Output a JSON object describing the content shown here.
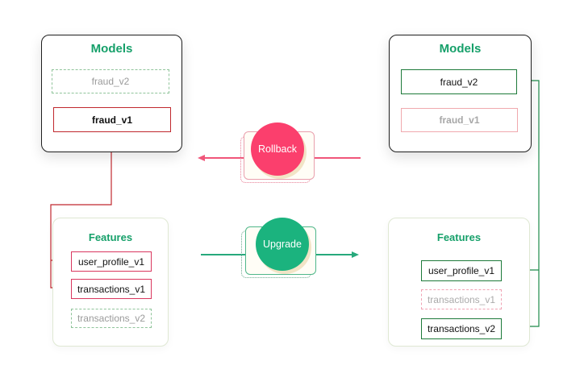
{
  "left_panel": {
    "models": {
      "title": "Models",
      "items": [
        {
          "label": "fraud_v2",
          "state": "inactive"
        },
        {
          "label": "fraud_v1",
          "state": "active"
        }
      ]
    },
    "features": {
      "title": "Features",
      "items": [
        {
          "label": "user_profile_v1",
          "state": "active"
        },
        {
          "label": "transactions_v1",
          "state": "active"
        },
        {
          "label": "transactions_v2",
          "state": "inactive"
        }
      ]
    }
  },
  "right_panel": {
    "models": {
      "title": "Models",
      "items": [
        {
          "label": "fraud_v2",
          "state": "active"
        },
        {
          "label": "fraud_v1",
          "state": "inactive"
        }
      ]
    },
    "features": {
      "title": "Features",
      "items": [
        {
          "label": "user_profile_v1",
          "state": "active"
        },
        {
          "label": "transactions_v1",
          "state": "inactive"
        },
        {
          "label": "transactions_v2",
          "state": "active"
        }
      ]
    }
  },
  "actions": {
    "rollback": {
      "label": "Rollback",
      "direction": "right-to-left"
    },
    "upgrade": {
      "label": "Upgrade",
      "direction": "left-to-right"
    }
  },
  "colors": {
    "title_green": "#16a06a",
    "rollback": "#fb3f6d",
    "upgrade": "#1bb37e",
    "left_link": "#c0282e",
    "right_link": "#1d7a3a"
  }
}
